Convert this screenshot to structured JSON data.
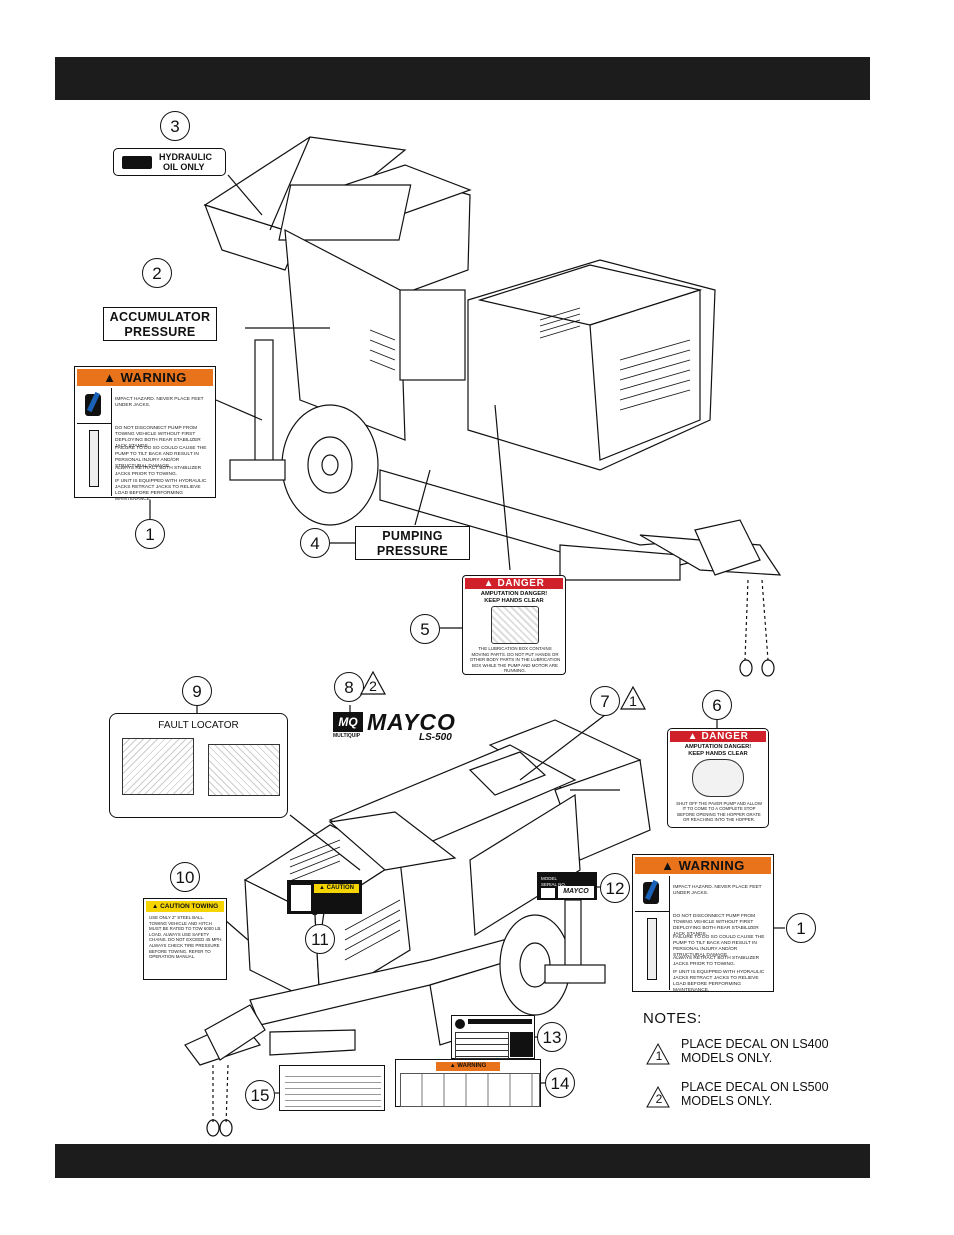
{
  "decal_labels": {
    "hydraulic_oil": [
      "HYDRAULIC",
      "OIL ONLY"
    ],
    "accumulator": [
      "ACCUMULATOR",
      "PRESSURE"
    ],
    "pumping": [
      "PUMPING",
      "PRESSURE"
    ],
    "warning_header": "WARNING",
    "warning_rows": [
      "IMPACT HAZARD. NEVER PLACE FEET UNDER JACKS.",
      "DO NOT DISCONNECT PUMP FROM TOWING VEHICLE WITHOUT FIRST DEPLOYING BOTH REAR STABILIZER JACK STANDS.",
      "FAILURE TO DO SO COULD CAUSE THE PUMP TO TILT BACK AND RESULT IN PERSONAL INJURY AND/OR STRUCTURAL DAMAGE.",
      "ALWAYS RETRACT BOTH STABILIZER JACKS PRIOR TO TOWING.",
      "IF UNIT IS EQUIPPED WITH HYDRAULIC JACKS RETRACT JACKS TO RELIEVE LOAD BEFORE PERFORMING MAINTENANCE."
    ],
    "danger_header": "DANGER",
    "danger5_title": [
      "AMPUTATION DANGER!",
      "KEEP HANDS CLEAR"
    ],
    "danger5_text": "THE LUBRICATION BOX CONTAINS MOVING PARTS. DO NOT PUT HANDS OR OTHER BODY PARTS IN THE LUBRICATION BOX WHILE THE PUMP AND MOTOR ARE RUNNING.",
    "danger6_title": [
      "AMPUTATION DANGER!",
      "KEEP HANDS CLEAR"
    ],
    "danger6_text": "SHUT OFF THE PAVER PUMP AND ALLOW IT TO COME TO A COMPLETE STOP BEFORE OPENING THE HOPPER GRATE OR REACHING INTO THE HOPPER.",
    "fault_locator": "FAULT LOCATOR",
    "brand": "MAYCO",
    "model": "LS-500",
    "mq": "MQ",
    "multiquip": "MULTIQUIP",
    "caution_towing": "CAUTION TOWING",
    "caution_towing_text": "USE ONLY 2\" STEEL BALL. TOWING VEHICLE AND HITCH MUST BE RATED TO TOW 6000 LB. LOAD. ALWAYS USE SAFETY CHAINS. DO NOT EXCEED 45 MPH. ALWAYS CHECK TIRE PRESSURE BEFORE TOWING. REFER TO OPERATION MANUAL.",
    "caution": "CAUTION",
    "model_serial": [
      "MODEL",
      "SERIAL NO."
    ],
    "warning14": "WARNING"
  },
  "callouts": [
    "3",
    "2",
    "1",
    "4",
    "5",
    "9",
    "8",
    "7",
    "6",
    "10",
    "12",
    "11",
    "1",
    "13",
    "14",
    "15"
  ],
  "triangles": {
    "t8": "2",
    "t7": "1"
  },
  "notes": {
    "title": "NOTES:",
    "items": [
      {
        "mark": "1",
        "text": [
          "PLACE DECAL ON LS400",
          "MODELS ONLY."
        ]
      },
      {
        "mark": "2",
        "text": [
          "PLACE DECAL ON LS500",
          "MODELS ONLY."
        ]
      }
    ]
  },
  "colors": {
    "warning": "#e8731a",
    "danger": "#d0202a",
    "caution": "#f5d400",
    "bar": "#1c1c1c"
  }
}
